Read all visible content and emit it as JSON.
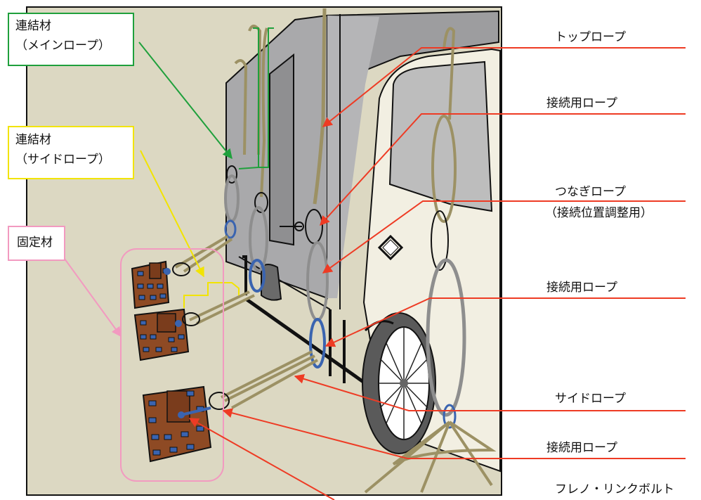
{
  "callouts_left": {
    "main_rope": {
      "line1": "連結材",
      "line2": "（メインロープ）",
      "color": "#1fa03c"
    },
    "side_rope": {
      "line1": "連結材",
      "line2": "（サイドロープ）",
      "color": "#f2e400"
    },
    "fixing": {
      "line1": "固定材",
      "color": "#f29ac0"
    }
  },
  "labels_right": [
    {
      "text": "トップロープ"
    },
    {
      "text": "接続用ロープ"
    },
    {
      "text": "つなぎロープ"
    },
    {
      "text": "（接続位置調整用）"
    },
    {
      "text": "接続用ロープ"
    },
    {
      "text": "サイドロープ"
    },
    {
      "text": "接続用ロープ"
    },
    {
      "text": "フレノ・リンクボルト"
    }
  ],
  "colors": {
    "background": "#dcd8c2",
    "truck_body": "#a7a7a9",
    "cab": "#f2efe2",
    "rope_tan": "#9c9164",
    "rope_gray": "#8e8e8e",
    "rope_blue": "#3a64b0",
    "block_brown": "#8e4a24",
    "arrow_red": "#ee3b24"
  }
}
